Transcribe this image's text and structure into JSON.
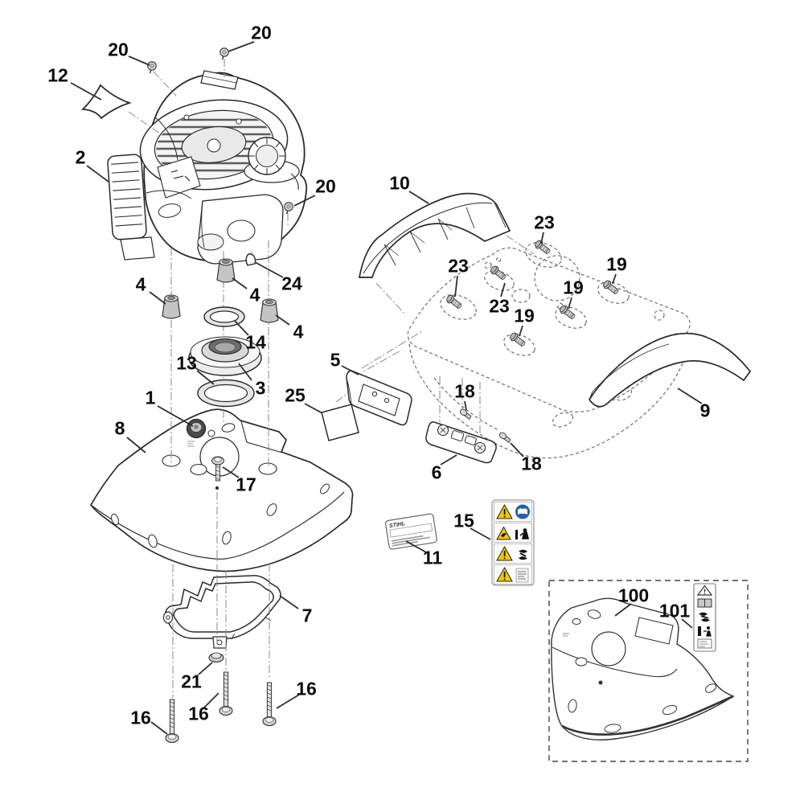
{
  "diagram": {
    "type": "exploded-parts-diagram",
    "product_area": "lawn-mower engine and housing assembly"
  },
  "callouts": {
    "c20a": "20",
    "c20b": "20",
    "c20c": "20",
    "c12": "12",
    "c2": "2",
    "c24": "24",
    "c4a": "4",
    "c4b": "4",
    "c4c": "4",
    "c14": "14",
    "c13": "13",
    "c3": "3",
    "c1": "1",
    "c8": "8",
    "c17": "17",
    "c5": "5",
    "c25": "25",
    "c10": "10",
    "c23a": "23",
    "c23b": "23",
    "c23c": "23",
    "c19a": "19",
    "c19b": "19",
    "c19c": "19",
    "c9": "9",
    "c18a": "18",
    "c18b": "18",
    "c6": "6",
    "c15": "15",
    "c11": "11",
    "c7": "7",
    "c21": "21",
    "c16a": "16",
    "c16b": "16",
    "c16c": "16",
    "c100": "100",
    "c101": "101"
  },
  "id_plate": {
    "brand": "STIHL"
  },
  "safety_label": {
    "rows": [
      {
        "left_icon": "warning-triangle",
        "right_icon": "read-manual-mandatory"
      },
      {
        "left_icon": "warning-triangle-hand",
        "right_icon": "keep-bystanders-away"
      },
      {
        "left_icon": "warning-triangle",
        "right_icon": "rotating-blade-hazard"
      },
      {
        "left_icon": "warning-triangle",
        "right_icon": "blade-coasting-instruction"
      }
    ]
  },
  "inset_label": {
    "cells": [
      "warning-triangle",
      "read-manual",
      "rotating-blade-hazard",
      "keep-distance-bar",
      "instruction-text"
    ]
  },
  "colors": {
    "warning_yellow": "#f2c800",
    "mandatory_blue": "#2b5fa3",
    "line": "#2a2a2a",
    "ghost_line": "#6f6f6f"
  }
}
